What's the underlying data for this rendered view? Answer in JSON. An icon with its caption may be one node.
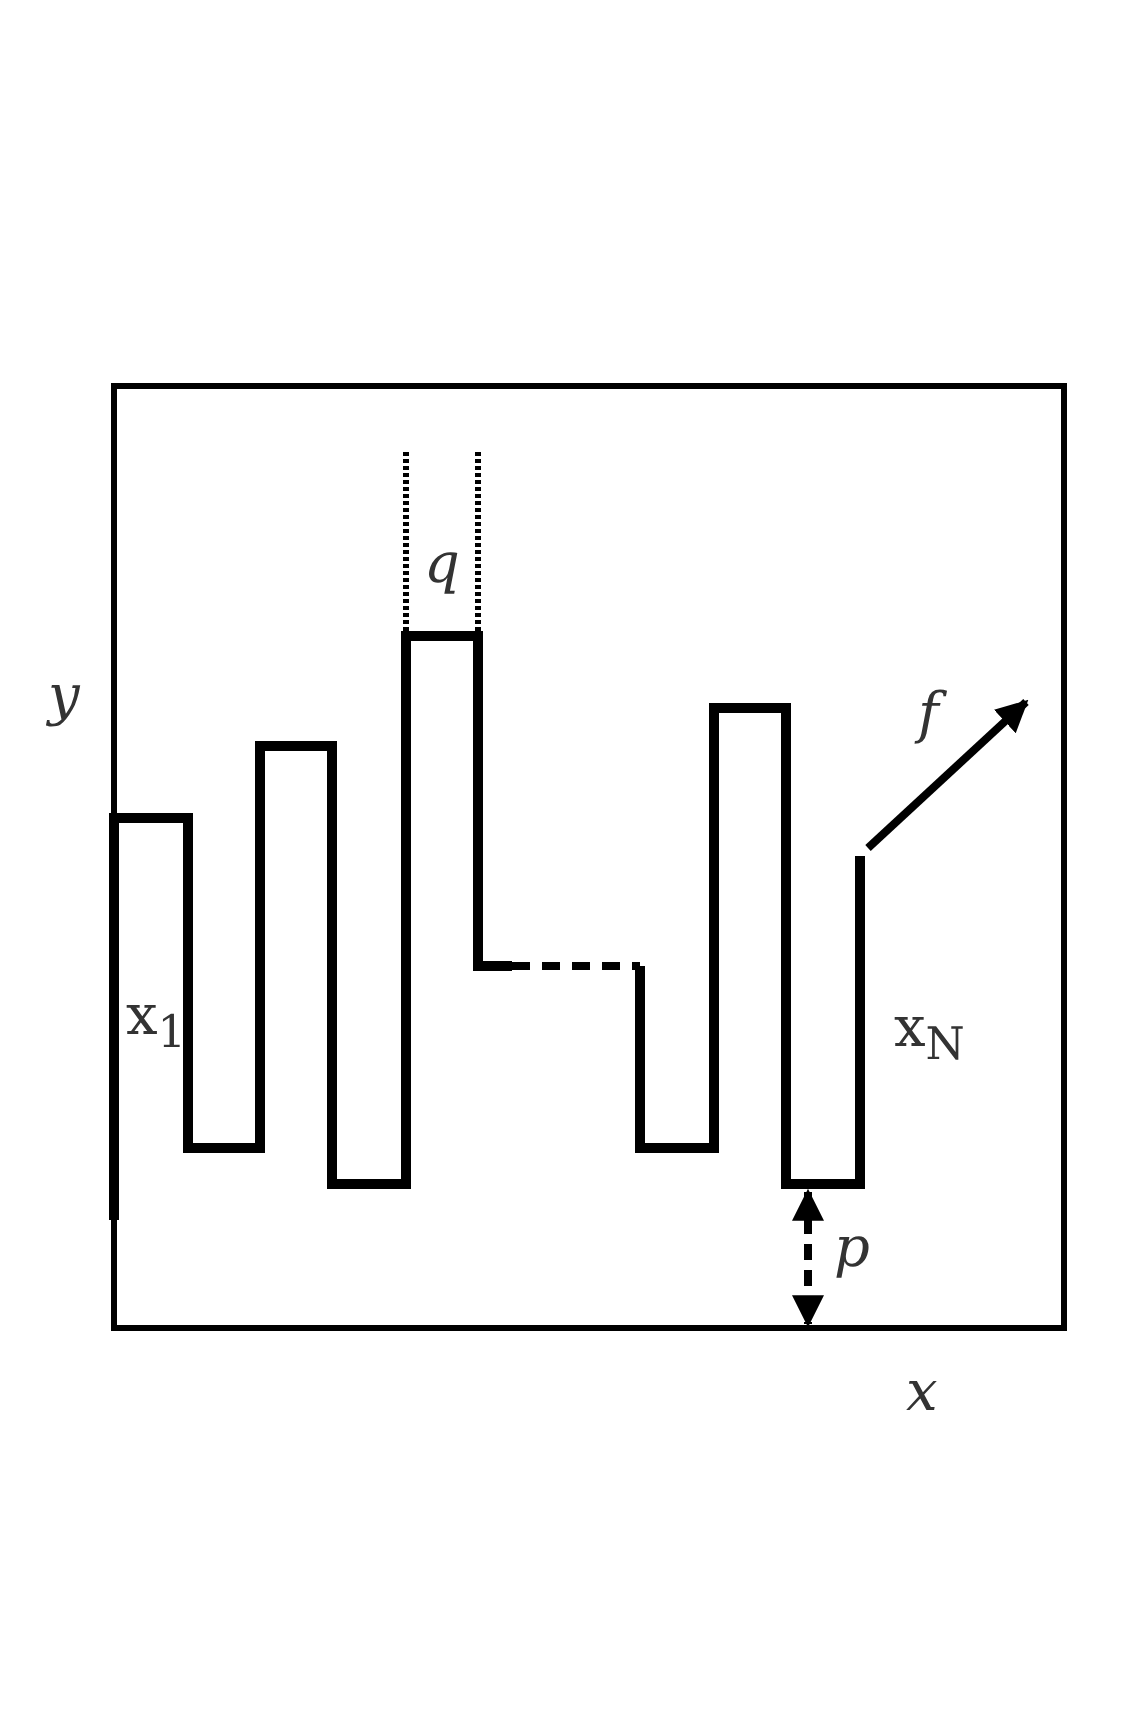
{
  "diagram": {
    "labels": [
      "y",
      "q",
      "f",
      "x$_{1}$",
      "x$_{N}$",
      "p",
      "x"
    ]
  }
}
